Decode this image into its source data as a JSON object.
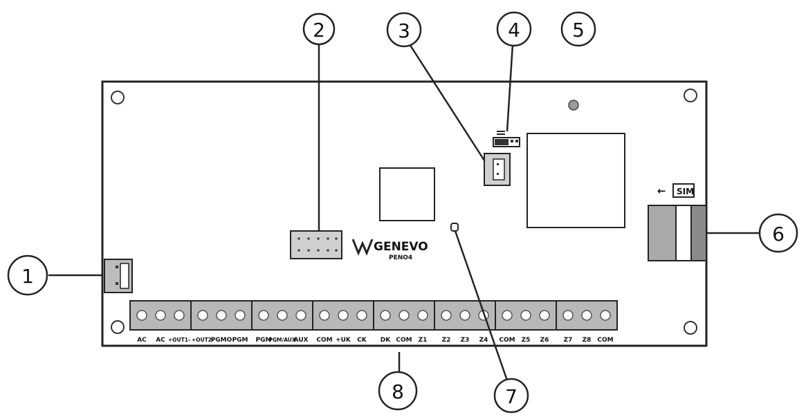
{
  "callouts": [
    "1",
    "2",
    "3",
    "4",
    "5",
    "6",
    "7",
    "8"
  ],
  "terminal_labels": [
    "AC",
    "AC",
    "+OUT1-",
    "+OUT2-",
    "PGMO",
    "PGM",
    "PGM",
    "PGM/AUX",
    "AUX",
    "COM",
    "+UK",
    "CK",
    "DK",
    "COM",
    "Z1",
    "Z2",
    "Z3",
    "Z4",
    "COM",
    "Z5",
    "Z6",
    "Z7",
    "Z8",
    "COM"
  ],
  "brand": {
    "name": "GENEVO",
    "model": "PENO4"
  },
  "sim_label": "SIM",
  "sim_arrow": "←"
}
